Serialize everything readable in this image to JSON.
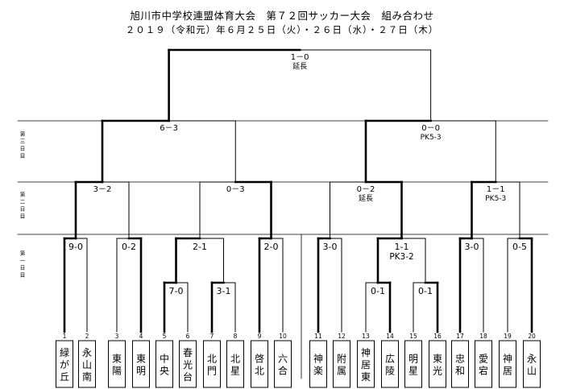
{
  "header": {
    "title": "旭川市中学校連盟体育大会　第７２回サッカー大会　組み合わせ",
    "dates": "２０１９（令和元）年６月２５日（火）・２６日（水）・２７日（木）"
  },
  "day_labels": [
    "第三日目",
    "第二日目",
    "第一日目"
  ],
  "teams": [
    {
      "no": "1",
      "name": "緑が丘"
    },
    {
      "no": "2",
      "name": "永山南"
    },
    {
      "no": "3",
      "name": "東陽"
    },
    {
      "no": "4",
      "name": "東明"
    },
    {
      "no": "5",
      "name": "中央"
    },
    {
      "no": "6",
      "name": "春光台"
    },
    {
      "no": "7",
      "name": "北門"
    },
    {
      "no": "8",
      "name": "北星"
    },
    {
      "no": "9",
      "name": "啓北"
    },
    {
      "no": "10",
      "name": "六合"
    },
    {
      "no": "11",
      "name": "神楽"
    },
    {
      "no": "12",
      "name": "附属"
    },
    {
      "no": "13",
      "name": "神居東"
    },
    {
      "no": "14",
      "name": "広陵"
    },
    {
      "no": "15",
      "name": "明星"
    },
    {
      "no": "16",
      "name": "東光"
    },
    {
      "no": "17",
      "name": "忠和"
    },
    {
      "no": "18",
      "name": "愛宕"
    },
    {
      "no": "19",
      "name": "神居"
    },
    {
      "no": "20",
      "name": "永山"
    }
  ],
  "matches": [
    {
      "id": "p1",
      "round": "day1-prelim",
      "teams": [
        5,
        6
      ],
      "score": "7-0",
      "note": "",
      "winner": "left"
    },
    {
      "id": "p2",
      "round": "day1-prelim",
      "teams": [
        7,
        8
      ],
      "score": "3-1",
      "note": "",
      "winner": "left"
    },
    {
      "id": "p3",
      "round": "day1-prelim",
      "teams": [
        13,
        14
      ],
      "score": "0-1",
      "note": "",
      "winner": "right"
    },
    {
      "id": "p4",
      "round": "day1-prelim",
      "teams": [
        15,
        16
      ],
      "score": "0-1",
      "note": "",
      "winner": "right"
    },
    {
      "id": "f1",
      "round": "day1",
      "teams": [
        1,
        2
      ],
      "score": "9-0",
      "note": "",
      "winner": "left"
    },
    {
      "id": "f2",
      "round": "day1",
      "teams": [
        3,
        4
      ],
      "score": "0-2",
      "note": "",
      "winner": "right"
    },
    {
      "id": "f3",
      "round": "day1",
      "teams": [
        "p1",
        "p2"
      ],
      "score": "2-1",
      "note": "",
      "winner": "left"
    },
    {
      "id": "f4",
      "round": "day1",
      "teams": [
        9,
        10
      ],
      "score": "2-0",
      "note": "",
      "winner": "left"
    },
    {
      "id": "f5",
      "round": "day1",
      "teams": [
        11,
        12
      ],
      "score": "3-0",
      "note": "",
      "winner": "left"
    },
    {
      "id": "f6",
      "round": "day1",
      "teams": [
        "p3",
        "p4"
      ],
      "score": "1-1",
      "note": "PK3-2",
      "winner": "left"
    },
    {
      "id": "f7",
      "round": "day1",
      "teams": [
        17,
        18
      ],
      "score": "3-0",
      "note": "",
      "winner": "left"
    },
    {
      "id": "f8",
      "round": "day1",
      "teams": [
        19,
        20
      ],
      "score": "0-5",
      "note": "",
      "winner": "right"
    },
    {
      "id": "s1",
      "round": "day2",
      "teams": [
        "f1",
        "f2"
      ],
      "score": "3－2",
      "note": "",
      "winner": "left"
    },
    {
      "id": "s2",
      "round": "day2",
      "teams": [
        "f3",
        "f4"
      ],
      "score": "0－3",
      "note": "",
      "winner": "right"
    },
    {
      "id": "s3",
      "round": "day2",
      "teams": [
        "f5",
        "f6"
      ],
      "score": "0－2",
      "note": "延長",
      "winner": "right"
    },
    {
      "id": "s4",
      "round": "day2",
      "teams": [
        "f7",
        "f8"
      ],
      "score": "1－1",
      "note": "PK5-3",
      "winner": "left"
    },
    {
      "id": "t1",
      "round": "day3",
      "teams": [
        "s1",
        "s2"
      ],
      "score": "6－3",
      "note": "",
      "winner": "left"
    },
    {
      "id": "t2",
      "round": "day3",
      "teams": [
        "s3",
        "s4"
      ],
      "score": "0－0",
      "note": "PK5-3",
      "winner": "left"
    },
    {
      "id": "final",
      "round": "final",
      "teams": [
        "t1",
        "t2"
      ],
      "score": "1－0",
      "note": "延長",
      "winner": "left"
    }
  ]
}
